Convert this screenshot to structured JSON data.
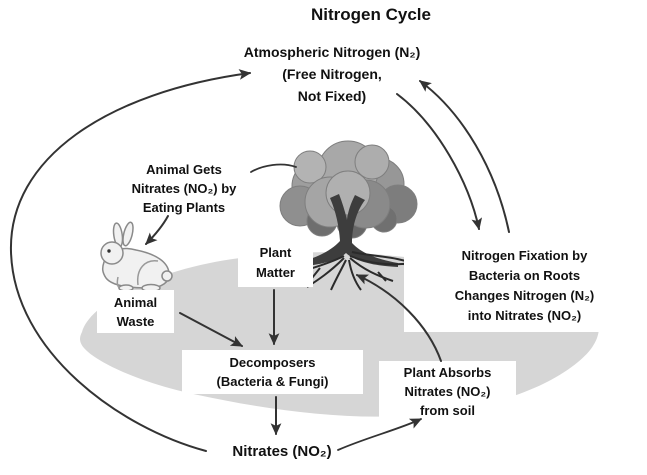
{
  "title": "Nitrogen Cycle",
  "nodes": {
    "atmospheric_nitrogen": {
      "lines": [
        "Atmospheric Nitrogen (N₂)",
        "(Free Nitrogen,",
        "Not Fixed)"
      ]
    },
    "animal_gets": {
      "lines": [
        "Animal Gets",
        "Nitrates (NO₂) by",
        "Eating Plants"
      ]
    },
    "plant_matter": {
      "lines": [
        "Plant",
        "Matter"
      ]
    },
    "animal_waste": {
      "lines": [
        "Animal",
        "Waste"
      ]
    },
    "decomposers": {
      "lines": [
        "Decomposers",
        "(Bacteria & Fungi)"
      ]
    },
    "nitrogen_fixation": {
      "lines": [
        "Nitrogen Fixation by",
        "Bacteria on Roots",
        "Changes Nitrogen (N₂)",
        "into Nitrates (NO₂)"
      ]
    },
    "plant_absorbs": {
      "lines": [
        "Plant Absorbs",
        "Nitrates (NO₂)",
        "from soil"
      ]
    },
    "nitrates": {
      "label": "Nitrates (NO₂)"
    }
  },
  "illustrations": {
    "tree": "deciduous-tree-with-roots",
    "rabbit": "sitting-rabbit",
    "ground": "soil-mound"
  },
  "colors": {
    "background": "#ffffff",
    "ground": "#d6d6d6",
    "arrow": "#333333",
    "text": "#111111",
    "box_background": "#ffffff",
    "tree_trunk": "#3d3d3d"
  }
}
